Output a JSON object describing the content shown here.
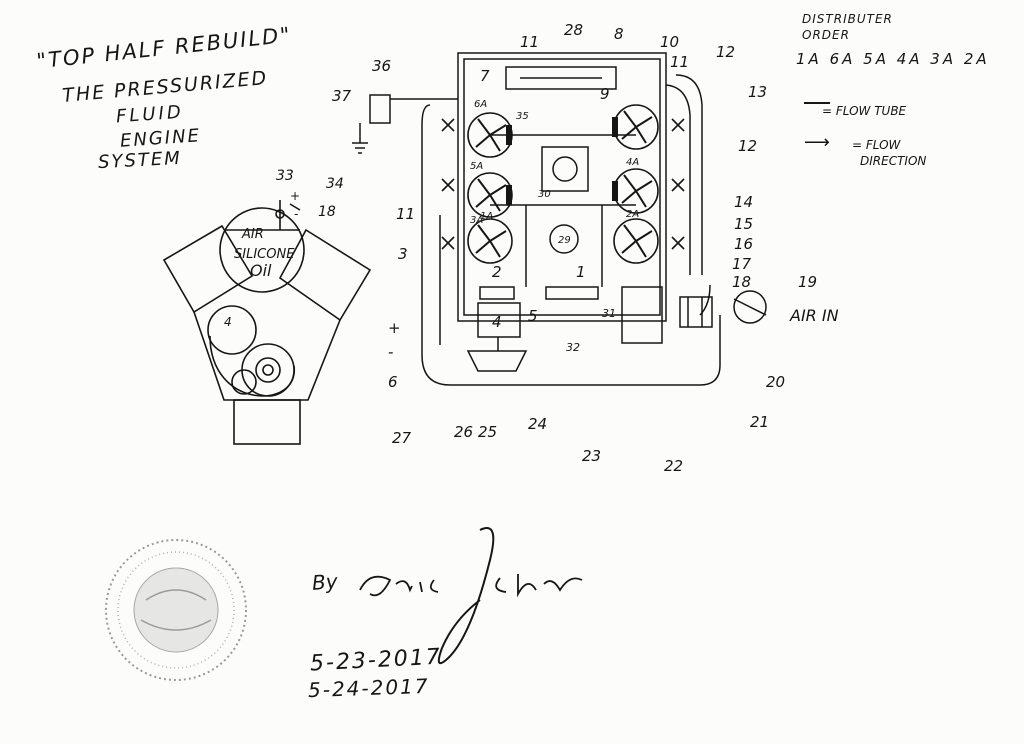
{
  "title": {
    "line1": "\"TOP HALF REBUILD\"",
    "line2": "THE PRESSURIZED",
    "line3": "FLUID",
    "line4": "ENGINE",
    "line5": "SYSTEM"
  },
  "legend": {
    "distributor_label_1": "DISTRIBUTER",
    "distributor_label_2": "ORDER",
    "distributor_order": "1A 6A 5A 4A 3A 2A",
    "flow_tube": "= FLOW TUBE",
    "flow_direction_1": "= FLOW",
    "flow_direction_2": "DIRECTION"
  },
  "engine_sketch": {
    "reservoir_top": "AIR",
    "reservoir_middle": "SILICONE",
    "reservoir_bottom": "Oil",
    "pulley_label": "4",
    "labels": [
      "33",
      "34",
      "18"
    ],
    "terminals": [
      "+",
      "-"
    ]
  },
  "schematic": {
    "air_in_label": "AIR IN",
    "cylinder_labels": [
      "6A",
      "5A",
      "3A",
      "4A",
      "1A",
      "2A"
    ],
    "callouts": [
      "1",
      "2",
      "3",
      "4",
      "5",
      "6",
      "7",
      "8",
      "9",
      "10",
      "11",
      "11",
      "11",
      "12",
      "12",
      "13",
      "14",
      "15",
      "16",
      "17",
      "18",
      "19",
      "20",
      "21",
      "22",
      "23",
      "24",
      "25",
      "26",
      "27",
      "28",
      "29",
      "30",
      "31",
      "32",
      "35",
      "36",
      "37"
    ],
    "terminals": [
      "+",
      "-"
    ]
  },
  "signature": {
    "by": "By",
    "name": "Eric J Crews",
    "date1": "5-23-2017",
    "date2": "5-24-2017"
  },
  "colors": {
    "ink": "#161616",
    "paper": "#fcfcfa"
  }
}
